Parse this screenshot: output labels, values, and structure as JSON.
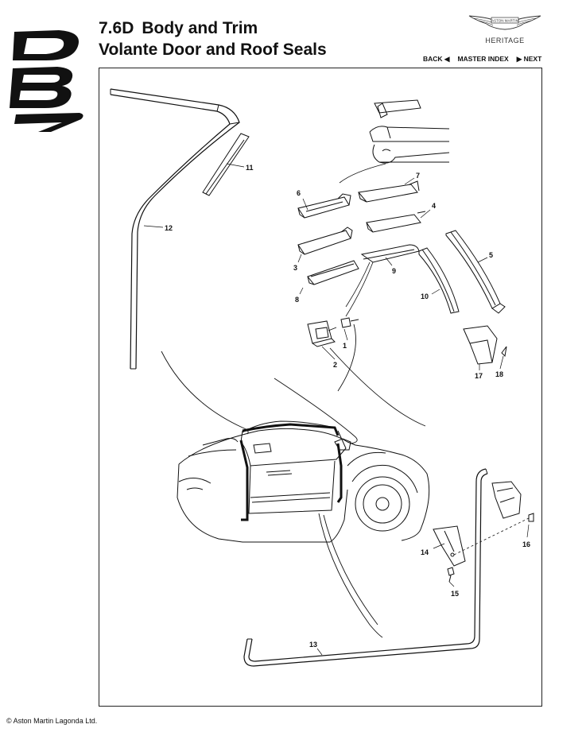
{
  "logo": {
    "text": "DB7"
  },
  "header": {
    "section_number": "7.6D",
    "section_title": "Body and Trim",
    "subtitle": "Volante Door and Roof Seals"
  },
  "brand": {
    "badge_text": "ASTON MARTIN",
    "tagline": "HERITAGE"
  },
  "nav": {
    "back": "BACK ◀",
    "master_index": "MASTER INDEX",
    "next": "▶ NEXT"
  },
  "callouts": [
    "1",
    "2",
    "3",
    "4",
    "5",
    "6",
    "7",
    "8",
    "9",
    "10",
    "11",
    "12",
    "13",
    "14",
    "15",
    "16",
    "17",
    "18"
  ],
  "footer": {
    "copyright": "© Aston Martin Lagonda Ltd."
  }
}
